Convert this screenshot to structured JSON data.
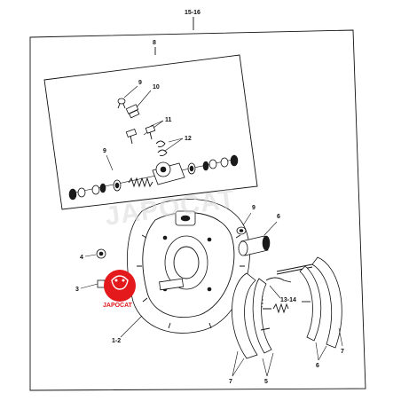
{
  "callouts": {
    "assembly": "15-16",
    "kit": "8",
    "bleeder_a": "9",
    "bleeder_cap": "10",
    "clip": "11",
    "spring_clip": "12",
    "cyl_label": "9",
    "cap_right": "9",
    "wheel_cyl": "6",
    "plug": "4",
    "bolt": "3",
    "backing_plate": "1-2",
    "spring": "13-14",
    "shoe_left": "7",
    "shoe_mid": "5",
    "shoe_r1": "6",
    "shoe_r2": "7"
  },
  "watermark": {
    "text": "JAPOCAT",
    "logo_text": "JAPOCAT",
    "logo_color": "#e3191b"
  }
}
